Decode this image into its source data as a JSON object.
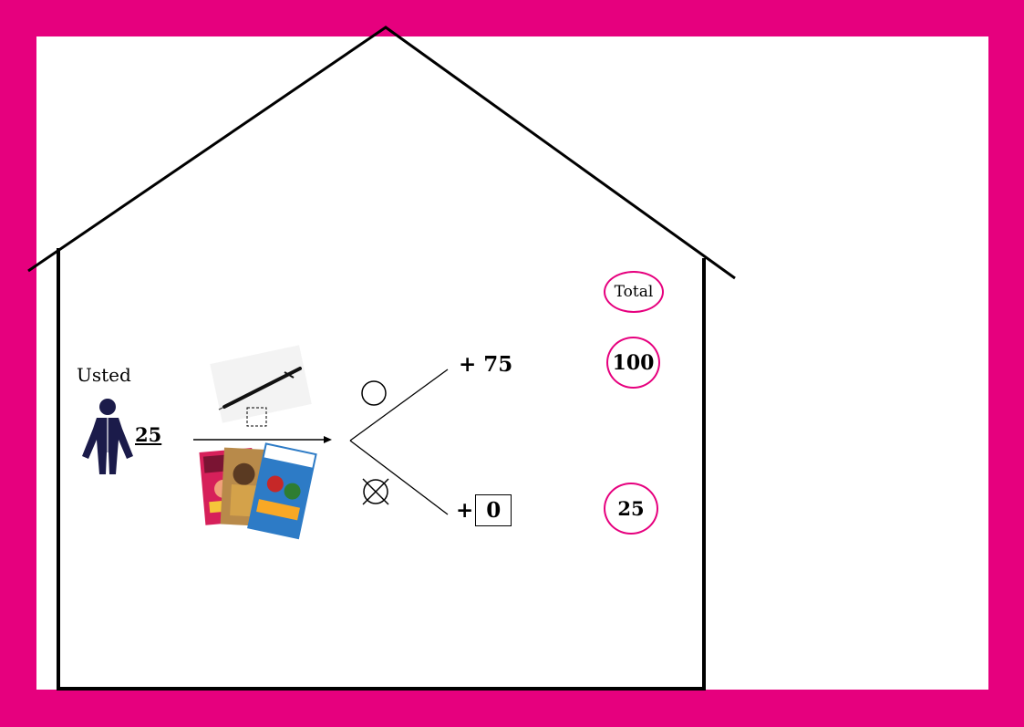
{
  "actor": {
    "label": "Usted",
    "amount": "25",
    "icon": "person-icon"
  },
  "options": {
    "pen_icon": "pen-icon",
    "magazines_icon": "magazines-icon"
  },
  "outcomes": {
    "top": {
      "mark_icon": "empty-circle-icon",
      "text": "+ 75"
    },
    "bottom": {
      "mark_icon": "crossed-circle-icon",
      "prefix": "+",
      "value": "0"
    }
  },
  "totals": {
    "header": "Total",
    "top": "100",
    "bottom": "25"
  },
  "colors": {
    "frame": "#e6007e",
    "person": "#1b1b4a"
  }
}
